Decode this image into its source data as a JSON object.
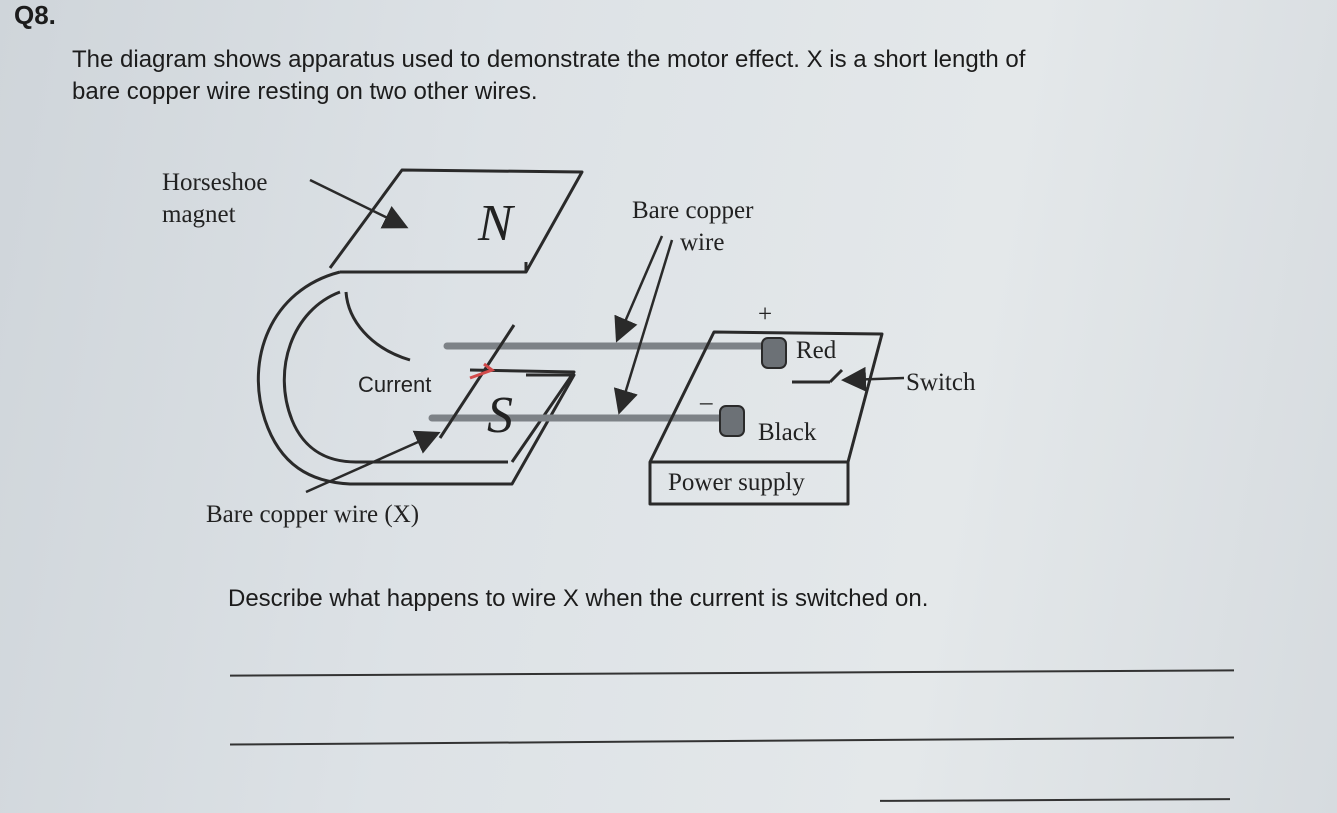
{
  "question": {
    "number": "Q8.",
    "intro_line1": "The diagram shows apparatus used to demonstrate the motor effect. X is a short length of",
    "intro_line2": "bare copper wire resting on two other wires.",
    "prompt": "Describe what happens to wire X when the current is switched on."
  },
  "diagram": {
    "labels": {
      "horseshoe": "Horseshoe",
      "magnet": "magnet",
      "north_pole": "N",
      "south_pole": "S",
      "bare_copper": "Bare copper",
      "wire": "wire",
      "plus": "+",
      "minus": "–",
      "red": "Red",
      "switch": "Switch",
      "black": "Black",
      "power_supply": "Power supply",
      "current": "Current",
      "bare_copper_wire_x": "Bare copper wire (X)"
    },
    "colors": {
      "ink": "#2a2a2a",
      "rail": "#7d8287",
      "current_arrow": "#d14a4a"
    }
  },
  "answer_lines": 3
}
